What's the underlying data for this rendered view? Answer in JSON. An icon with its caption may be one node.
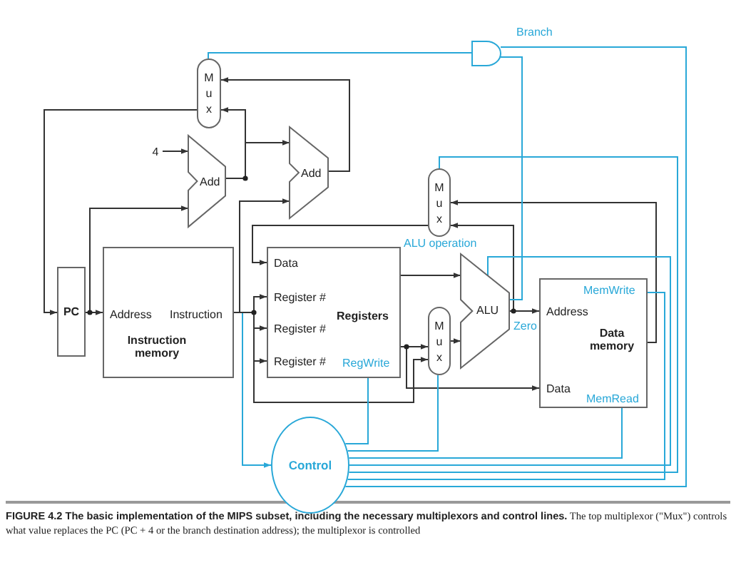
{
  "diagram": {
    "nodes": [
      {
        "text": [
          "Mux"
        ]
      },
      {
        "text": [
          "4"
        ]
      },
      {
        "text": [
          "Add"
        ]
      },
      {
        "text": [
          "Add"
        ]
      },
      {
        "text": [],
        "shape": "gate",
        "beside": [
          "Branch"
        ]
      },
      {
        "text": [
          "PC"
        ]
      },
      {
        "text": [
          "Address",
          "Instruction",
          "Instruction memory"
        ]
      },
      {
        "text": [
          "Data",
          "Register #",
          "Register #",
          "Register #",
          "Registers",
          "RegWrite"
        ]
      },
      {
        "text": [
          "Mux"
        ]
      },
      {
        "text": [
          "ALU"
        ],
        "beside": [
          "ALU operation",
          "Zero"
        ]
      },
      {
        "text": [
          "MemWrite",
          "Address",
          "Data memory",
          "Data",
          "MemRead"
        ]
      },
      {
        "text": [
          "Mux"
        ]
      },
      {
        "text": [
          "Control"
        ]
      }
    ],
    "edges": [
      {
        "from": 5,
        "to": 6,
        "arrow": "to"
      },
      {
        "from": 5,
        "to": 2,
        "arrow": "to"
      },
      {
        "from": 1,
        "to": 2,
        "arrow": "to"
      },
      {
        "from": 2,
        "to": 0,
        "arrow": "to"
      },
      {
        "from": 2,
        "to": 3,
        "arrow": "to"
      },
      {
        "from": 3,
        "to": 0,
        "arrow": "to"
      },
      {
        "from": 0,
        "to": 5,
        "arrow": "to"
      },
      {
        "from": 4,
        "to": 0,
        "arrow": "none",
        "color": "#29a8d8"
      },
      {
        "from": 6,
        "to": 7,
        "arrow": "to"
      },
      {
        "from": 6,
        "to": 7,
        "arrow": "to"
      },
      {
        "from": 6,
        "to": 7,
        "arrow": "to"
      },
      {
        "from": 6,
        "to": 3,
        "arrow": "to"
      },
      {
        "from": 6,
        "to": 12,
        "arrow": "to",
        "color": "#29a8d8"
      },
      {
        "from": 6,
        "to": 8,
        "arrow": "to"
      },
      {
        "from": 7,
        "to": 8,
        "arrow": "to"
      },
      {
        "from": 7,
        "to": 10,
        "arrow": "to"
      },
      {
        "from": 7,
        "to": 9,
        "arrow": "to"
      },
      {
        "from": 8,
        "to": 9,
        "arrow": "to"
      },
      {
        "from": 9,
        "to": 10,
        "arrow": "to"
      },
      {
        "from": 9,
        "to": 11,
        "arrow": "to"
      },
      {
        "from": 11,
        "to": 7,
        "arrow": "to"
      },
      {
        "from": 10,
        "to": 11,
        "arrow": "to"
      },
      {
        "from": 9,
        "to": 4,
        "arrow": "none",
        "color": "#29a8d8"
      },
      {
        "from": 12,
        "to": 7,
        "arrow": "none",
        "color": "#29a8d8"
      },
      {
        "from": 12,
        "to": 8,
        "arrow": "none",
        "color": "#29a8d8"
      },
      {
        "from": 12,
        "to": 10,
        "arrow": "none",
        "color": "#29a8d8"
      },
      {
        "from": 12,
        "to": 9,
        "arrow": "none",
        "color": "#29a8d8"
      },
      {
        "from": 12,
        "to": 11,
        "arrow": "none",
        "color": "#29a8d8"
      },
      {
        "from": 12,
        "to": 10,
        "arrow": "none",
        "color": "#29a8d8"
      },
      {
        "from": 12,
        "to": 4,
        "arrow": "none",
        "color": "#29a8d8"
      }
    ],
    "caption": "**FIGURE 4.2 The basic implementation of the MIPS subset, including the necessary multiplexors and control lines.** The top multiplexor (\"Mux\") controls what value replaces the PC (PC + 4 or the branch destination address); the multiplexor is controlled"
  }
}
